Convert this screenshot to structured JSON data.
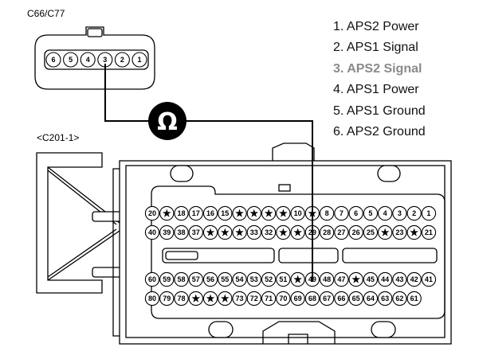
{
  "top_connector": {
    "label": "C66/C77",
    "pins": [
      "6",
      "5",
      "4",
      "3",
      "2",
      "1"
    ]
  },
  "bottom_connector": {
    "label": "<C201-1>",
    "row1": [
      "20",
      "★",
      "18",
      "17",
      "16",
      "15",
      "★",
      "★",
      "★",
      "★",
      "10",
      "★",
      "8",
      "7",
      "6",
      "5",
      "4",
      "3",
      "2",
      "1"
    ],
    "row2": [
      "40",
      "39",
      "38",
      "37",
      "★",
      "★",
      "★",
      "33",
      "32",
      "★",
      "★",
      "29",
      "28",
      "27",
      "26",
      "25",
      "★",
      "23",
      "★",
      "21"
    ],
    "row3": [
      "60",
      "59",
      "58",
      "57",
      "56",
      "55",
      "54",
      "53",
      "52",
      "51",
      "★",
      "49",
      "48",
      "47",
      "★",
      "45",
      "44",
      "43",
      "42",
      "41"
    ],
    "row4": [
      "80",
      "79",
      "78",
      "★",
      "★",
      "★",
      "73",
      "72",
      "71",
      "70",
      "69",
      "68",
      "67",
      "66",
      "65",
      "64",
      "63",
      "62",
      "61"
    ]
  },
  "meter_symbol": "Ω",
  "legend": [
    "1. APS2 Power",
    "2. APS1 Signal",
    "3. APS2 Signal",
    "4. APS1 Power",
    "5. APS1 Ground",
    "6. APS2 Ground"
  ],
  "highlight_legend_index": 2,
  "colors": {
    "line": "#000000",
    "highlight_text": "#8a8a8a",
    "pin_fill": "#ffffff"
  }
}
